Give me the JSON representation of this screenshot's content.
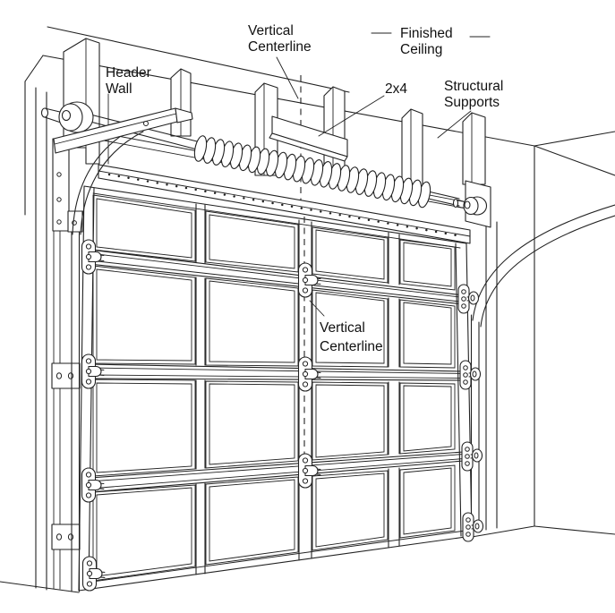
{
  "diagram": {
    "type": "technical-line-illustration",
    "subject": "Garage door header wall, torsion spring and track installation",
    "colors": {
      "background": "#ffffff",
      "line": "#222222",
      "text": "#111111"
    },
    "labels": {
      "vertical_centerline_top": {
        "line1": "Vertical",
        "line2": "Centerline"
      },
      "finished_ceiling": {
        "line1": "Finished",
        "line2": "Ceiling"
      },
      "header_wall": {
        "line1": "Header",
        "line2": "Wall"
      },
      "two_by_four": "2x4",
      "structural_supports": {
        "line1": "Structural",
        "line2": "Supports"
      },
      "vertical_centerline_door": {
        "line1": "Vertical",
        "line2": "Centerline"
      }
    }
  }
}
